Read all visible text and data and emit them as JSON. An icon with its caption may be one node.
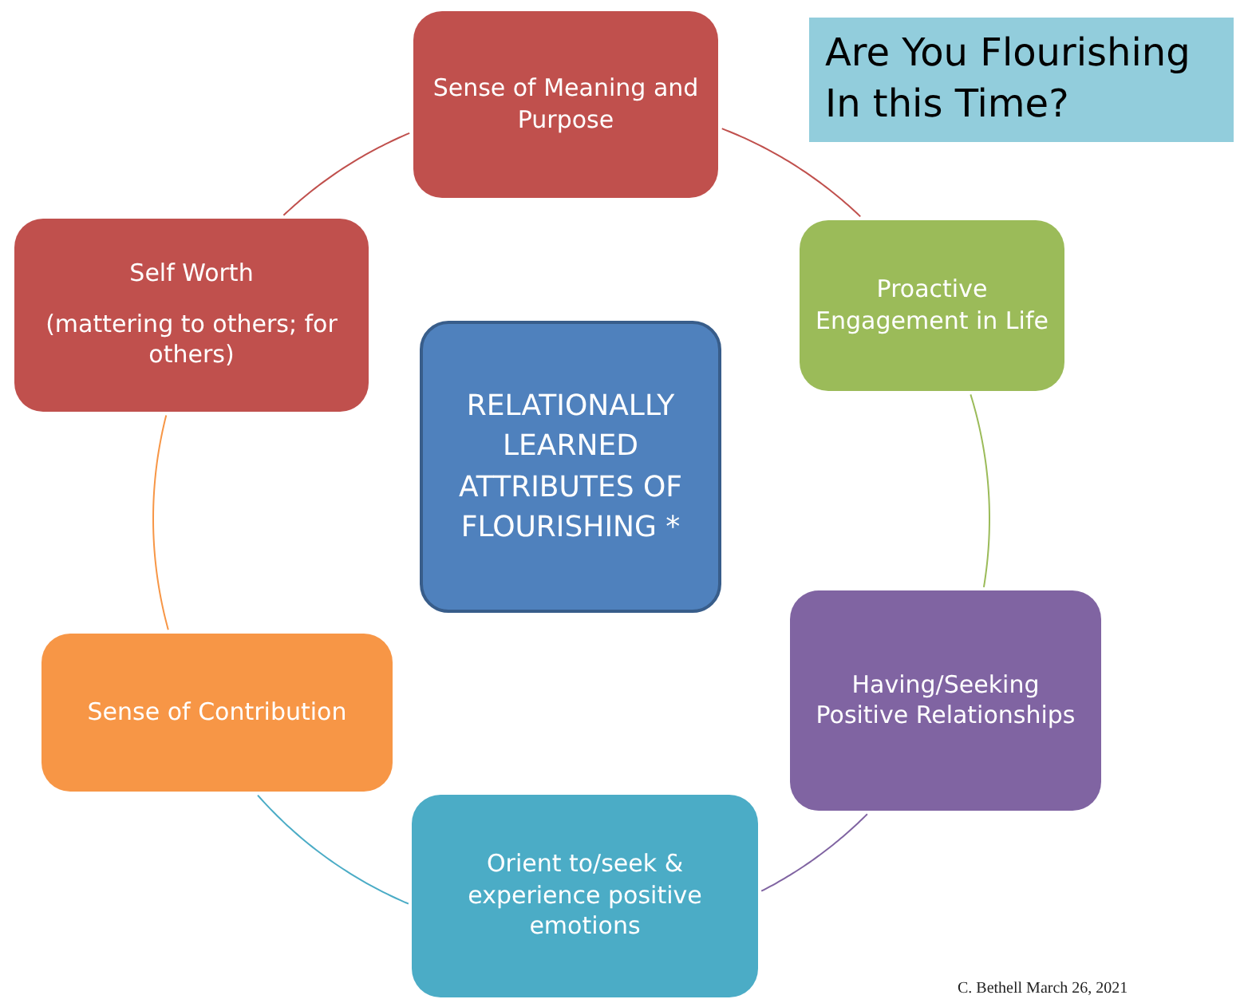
{
  "diagram": {
    "title": "Are You Flourishing In this Time?",
    "nodes": [
      {
        "text": [
          "Sense of Meaning and Purpose"
        ]
      },
      {
        "text": [
          "Proactive Engagement in Life"
        ]
      },
      {
        "text": [
          "Having/Seeking Positive Relationships"
        ]
      },
      {
        "text": [
          "Orient to/seek & experience positive emotions"
        ]
      },
      {
        "text": [
          "Sense of Contribution"
        ]
      },
      {
        "text": [
          "Self Worth",
          "(mattering to others; for others)"
        ]
      },
      {
        "text": [
          "RELATIONALLY LEARNED ATTRIBUTES OF FLOURISHING *"
        ]
      }
    ],
    "edges": [
      {
        "from": 0,
        "to": 1,
        "arrow": "none",
        "color": "#c0504d"
      },
      {
        "from": 1,
        "to": 2,
        "arrow": "none",
        "color": "#9bbb59"
      },
      {
        "from": 2,
        "to": 3,
        "arrow": "none",
        "color": "#8064a2"
      },
      {
        "from": 3,
        "to": 4,
        "arrow": "none",
        "color": "#4bacc6"
      },
      {
        "from": 4,
        "to": 5,
        "arrow": "none",
        "color": "#f79646"
      },
      {
        "from": 5,
        "to": 0,
        "arrow": "none",
        "color": "#c0504d"
      }
    ],
    "labels": [
      "C. Bethell March 26, 2021"
    ]
  }
}
